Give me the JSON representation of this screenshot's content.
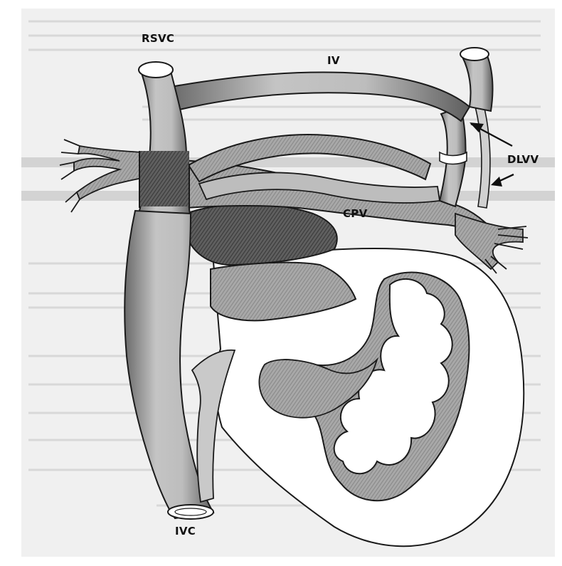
{
  "figure": {
    "background": "#ffffff",
    "ink": "#1a1a1a",
    "vessel_fill": "#9b9b9b",
    "page_bg": "#d6d6d6",
    "page_text": "#b0b0b0",
    "labels": {
      "rsvc": "RSVC",
      "iv": "IV",
      "dlvv": "DLVV",
      "cpv": "CPV",
      "ivc": "IVC"
    }
  }
}
